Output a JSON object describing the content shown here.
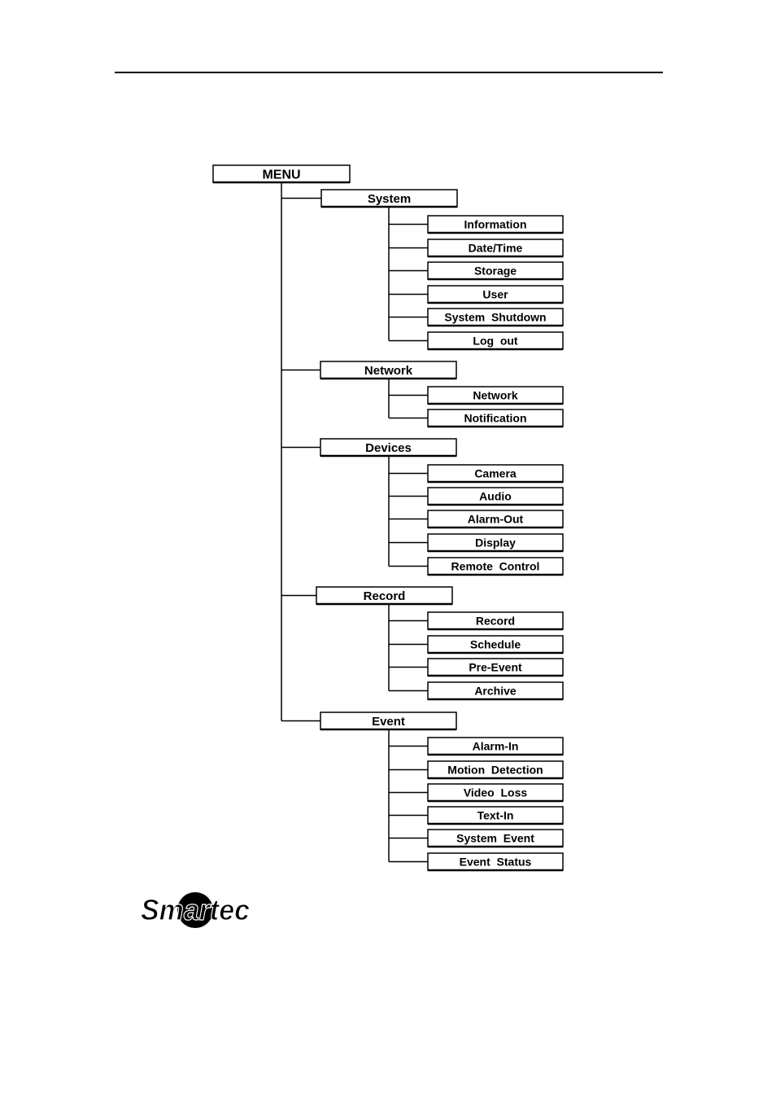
{
  "menu": {
    "root": "MENU",
    "groups": [
      {
        "label": "System",
        "items": [
          "Information",
          "Date/Time",
          "Storage",
          "User",
          "System  Shutdown",
          "Log  out"
        ]
      },
      {
        "label": "Network",
        "items": [
          "Network",
          "Notification"
        ]
      },
      {
        "label": "Devices",
        "items": [
          "Camera",
          "Audio",
          "Alarm-Out",
          "Display",
          "Remote  Control"
        ]
      },
      {
        "label": "Record",
        "items": [
          "Record",
          "Schedule",
          "Pre-Event",
          "Archive"
        ]
      },
      {
        "label": "Event",
        "items": [
          "Alarm-In",
          "Motion  Detection",
          "Video  Loss",
          "Text-In",
          "System  Event",
          "Event  Status"
        ]
      }
    ]
  },
  "logo": {
    "text": "Smartec"
  }
}
